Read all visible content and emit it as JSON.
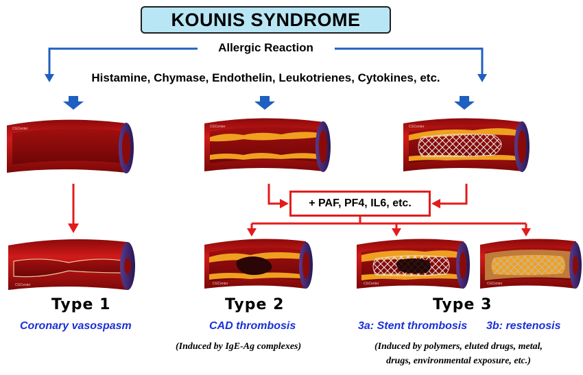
{
  "title": "KOUNIS SYNDROME",
  "allergic_reaction": "Allergic Reaction",
  "mediators": "Histamine, Chymase, Endothelin, Leukotrienes, Cytokines, etc.",
  "mediators_box": "+ PAF, PF4, IL6, etc.",
  "vessel_watermark": "CGCenter",
  "types": [
    {
      "label": "Type 1",
      "subtitle": "Coronary vasospasm"
    },
    {
      "label": "Type 2",
      "subtitle": "CAD thrombosis",
      "note": "(Induced by IgE-Ag complexes)"
    },
    {
      "label": "Type 3",
      "subtitle_a": "3a: Stent thrombosis",
      "subtitle_b": "3b: restenosis",
      "note_line1": "(Induced by polymers, eluted drugs, metal,",
      "note_line2": "drugs, environmental exposure, etc.)"
    }
  ],
  "colors": {
    "title_bg": "#b9e6f4",
    "blue_arrow": "#1f5fbf",
    "red_arrow": "#e31b1b",
    "vessel": "#c21414",
    "plaque": "#f0a020",
    "subtitle": "#1a2fd6"
  }
}
